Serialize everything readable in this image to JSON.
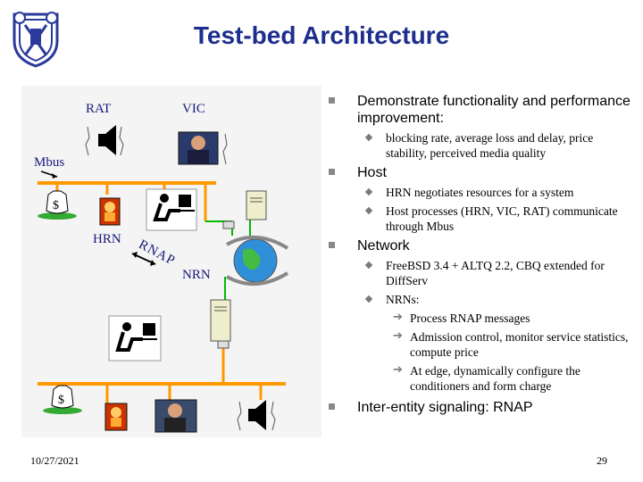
{
  "slide": {
    "title": "Test-bed Architecture",
    "date": "10/27/2021",
    "page_number": "29"
  },
  "diagram": {
    "labels": {
      "rat": "RAT",
      "vic": "VIC",
      "mbus": "Mbus",
      "hrn": "HRN",
      "rnap": "RNAP",
      "nrn": "NRN"
    },
    "colors": {
      "bus": "#ff9900",
      "wire": "#00bb00",
      "label": "#17177a"
    }
  },
  "bullets": [
    {
      "text": "Demonstrate functionality and performance improvement:",
      "children": [
        {
          "text": "blocking rate, average loss and delay, price stability, perceived media quality",
          "children": []
        }
      ]
    },
    {
      "text": "Host",
      "children": [
        {
          "text": "HRN negotiates resources for a system",
          "children": []
        },
        {
          "text": "Host processes (HRN, VIC, RAT) communicate through Mbus",
          "children": []
        }
      ]
    },
    {
      "text": "Network",
      "children": [
        {
          "text": "FreeBSD 3.4 + ALTQ 2.2, CBQ extended for DiffServ",
          "children": []
        },
        {
          "text": "NRNs:",
          "children": [
            {
              "text": "Process RNAP messages"
            },
            {
              "text": "Admission control, monitor service statistics, compute price"
            },
            {
              "text": "At edge, dynamically configure the conditioners and form charge"
            }
          ]
        }
      ]
    },
    {
      "text": "Inter-entity signaling: RNAP",
      "children": []
    }
  ]
}
